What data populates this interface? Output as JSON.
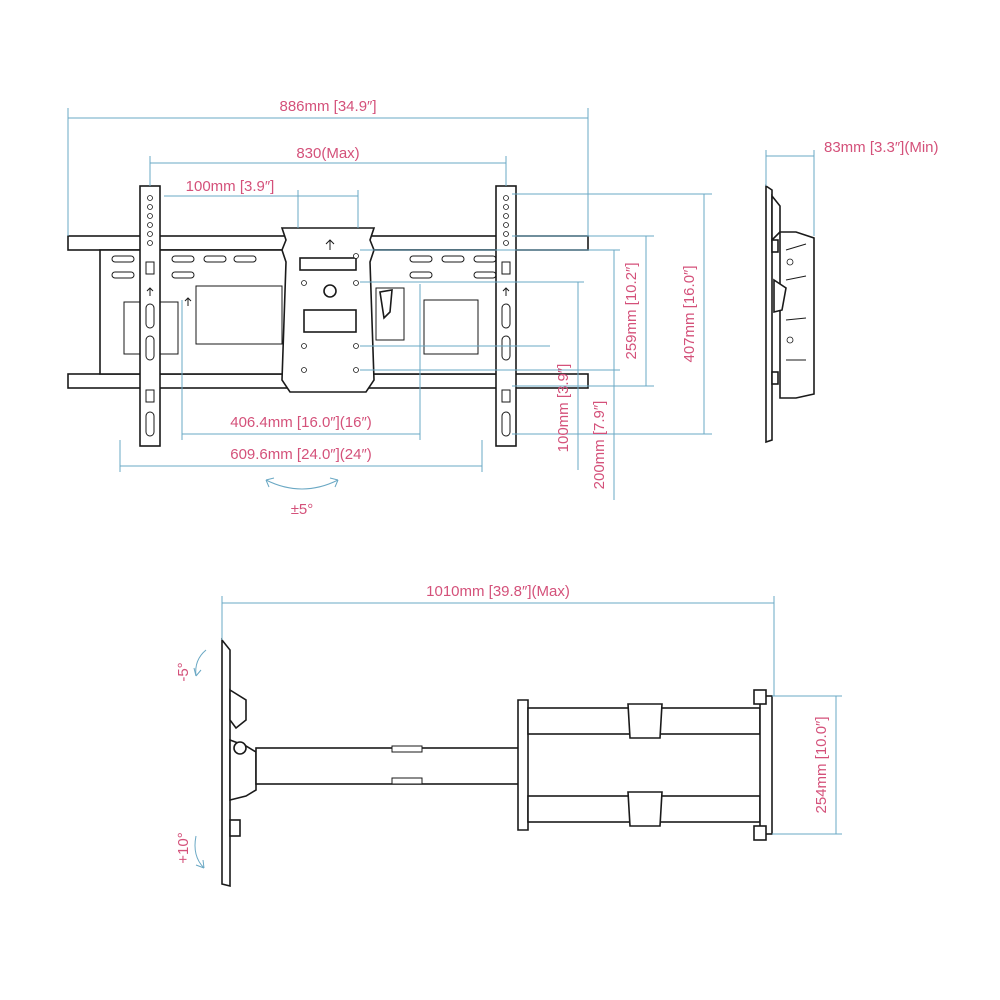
{
  "front_view": {
    "overall_width": "886mm [34.9″]",
    "rail_span": "830(Max)",
    "min_spacing": "100mm [3.9″]",
    "vesa_width_small": "406.4mm [16.0″](16″)",
    "vesa_width_large": "609.6mm [24.0″](24″)",
    "tilt": "±5°",
    "height_259": "259mm [10.2″]",
    "height_407": "407mm [16.0″]",
    "height_100": "100mm [3.9″]",
    "height_200": "200mm [7.9″]"
  },
  "side_view": {
    "depth_min": "83mm [3.3″](Min)"
  },
  "top_view": {
    "extension_max": "1010mm [39.8″](Max)",
    "wall_plate_height": "254mm [10.0″]",
    "tilt_up": "-5°",
    "tilt_down": "+10°"
  },
  "colors": {
    "dimension_text": "#d4517a",
    "dimension_line": "#6aa8c4",
    "drawing_line": "#1a1a1a"
  }
}
